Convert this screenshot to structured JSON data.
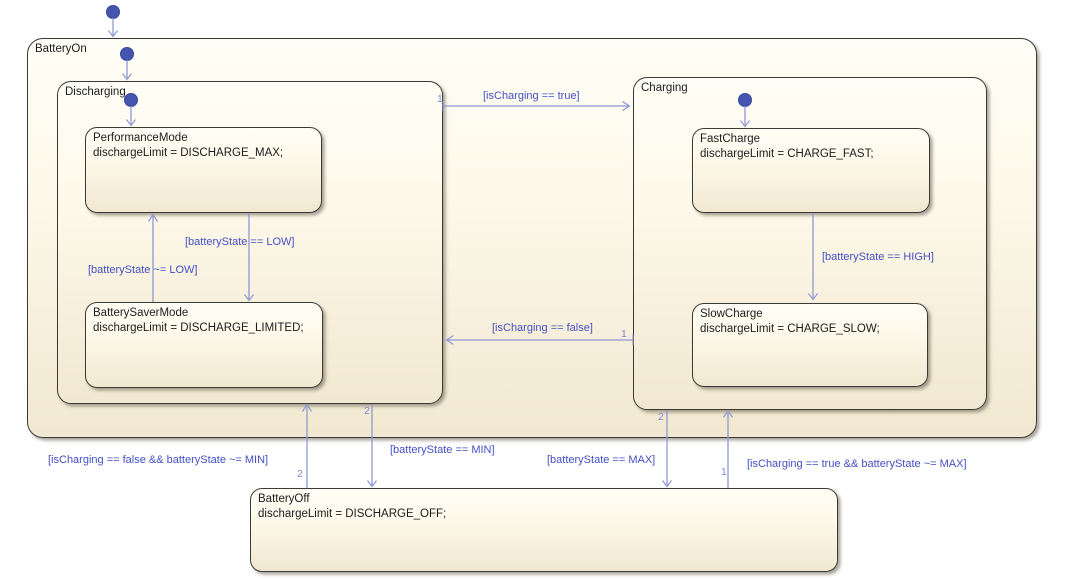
{
  "colors": {
    "canvas_background": "#ffffff",
    "state_fill_top": "#fffef6",
    "state_fill_bottom": "#f2e8d1",
    "state_border": "#3a3a36",
    "transition_line": "#8e97d3",
    "transition_label_text": "#4350c4",
    "order_badge_text": "#7d88cf",
    "initial_dot": "#4355ad",
    "state_text": "#1c1c1c"
  },
  "states": [
    {
      "name": "BatteryOn",
      "action": ""
    },
    {
      "name": "Discharging",
      "action": ""
    },
    {
      "name": "PerformanceMode",
      "action": "dischargeLimit = DISCHARGE_MAX;"
    },
    {
      "name": "BatterySaverMode",
      "action": "dischargeLimit = DISCHARGE_LIMITED;"
    },
    {
      "name": "Charging",
      "action": ""
    },
    {
      "name": "FastCharge",
      "action": "dischargeLimit = CHARGE_FAST;"
    },
    {
      "name": "SlowCharge",
      "action": "dischargeLimit = CHARGE_SLOW;"
    },
    {
      "name": "BatteryOff",
      "action": "dischargeLimit = DISCHARGE_OFF;"
    }
  ],
  "transitions": [
    {
      "from": "Discharging",
      "to": "Charging",
      "label": "[isCharging == true]",
      "order": "1"
    },
    {
      "from": "Charging",
      "to": "Discharging",
      "label": "[isCharging == false]",
      "order": "1"
    },
    {
      "from": "PerformanceMode",
      "to": "BatterySaverMode",
      "label": "[batteryState == LOW]",
      "order": ""
    },
    {
      "from": "BatterySaverMode",
      "to": "PerformanceMode",
      "label": "[batteryState ~= LOW]",
      "order": ""
    },
    {
      "from": "FastCharge",
      "to": "SlowCharge",
      "label": "[batteryState == HIGH]",
      "order": ""
    },
    {
      "from": "Discharging",
      "to": "BatteryOff",
      "label": "[batteryState == MIN]",
      "order": "2"
    },
    {
      "from": "BatteryOff",
      "to": "Discharging",
      "label": "[isCharging == false && batteryState ~= MIN]",
      "order": "2"
    },
    {
      "from": "Charging",
      "to": "BatteryOff",
      "label": "[batteryState == MAX]",
      "order": "2"
    },
    {
      "from": "BatteryOff",
      "to": "Charging",
      "label": "[isCharging == true && batteryState ~= MAX]",
      "order": "1"
    }
  ],
  "default_transitions": [
    {
      "to": "BatteryOn"
    },
    {
      "to": "Discharging"
    },
    {
      "to": "PerformanceMode"
    },
    {
      "to": "FastCharge"
    }
  ]
}
